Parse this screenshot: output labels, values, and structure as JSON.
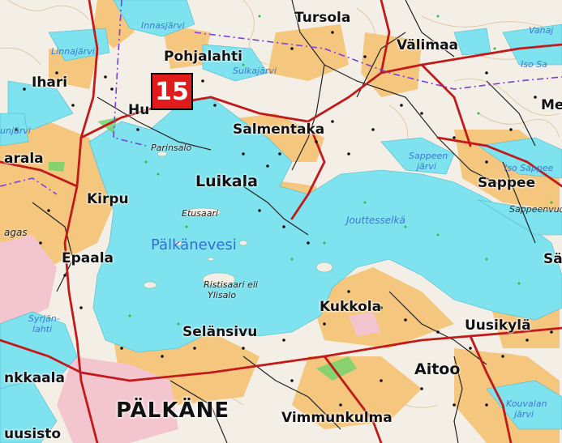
{
  "map": {
    "road_number": "15",
    "places": {
      "tursola": "Tursola",
      "valimaa": "Välimaa",
      "pohjalahti": "Pohjalahti",
      "ihari": "Ihari",
      "hu": "Hu",
      "salmentaka": "Salmentaka",
      "arala": "arala",
      "luikala": "Luikala",
      "kirpu": "Kirpu",
      "sappee": "Sappee",
      "epaala": "Epaala",
      "kukkola": "Kukkola",
      "uusikyla": "Uusikylä",
      "selansivu": "Selänsivu",
      "aitoo": "Aitoo",
      "nkkaala": "nkkaala",
      "palkane": "PÄLKÄNE",
      "vimmunkulma": "Vimmunkulma",
      "uusisto": "uusisto",
      "me": "Me",
      "sa": "Sä",
      "agas": "agas"
    },
    "water": {
      "palkanevesi": "Pälkänevesi",
      "jouttesselka": "Jouttesselkä",
      "sappeenjarvi_1": "Sappeen",
      "sappeenjarvi_2": "järvi",
      "sulkajarvi": "Sulkajärvi",
      "innasjarvi": "Innasjärvi",
      "linnajarvi": "Linnajärvi",
      "unjarvi": "unjärvi",
      "syrjanlahti_1": "Syrjän-",
      "syrjanlahti_2": "lahti",
      "kouvalanjarvi_1": "Kouvalan",
      "kouvalanjarvi_2": "järvi",
      "iso_sappee": "Iso Sappee",
      "iso_sa": "Iso Sa",
      "sappeenvuo": "Sappeenvuo",
      "vanaja": "Vanaj"
    },
    "islands": {
      "parinsalo": "Parinsalo",
      "etusaari": "Etusaari",
      "ristisaari_1": "Ristisaari eli",
      "ristisaari_2": "Ylisalo"
    },
    "colors": {
      "lake": "#7ee3ee",
      "land": "#f4efe6",
      "field": "#f5c77e",
      "built": "#f3c6cf",
      "road_main": "#c11a1a",
      "boundary": "#7a3fe0"
    }
  }
}
